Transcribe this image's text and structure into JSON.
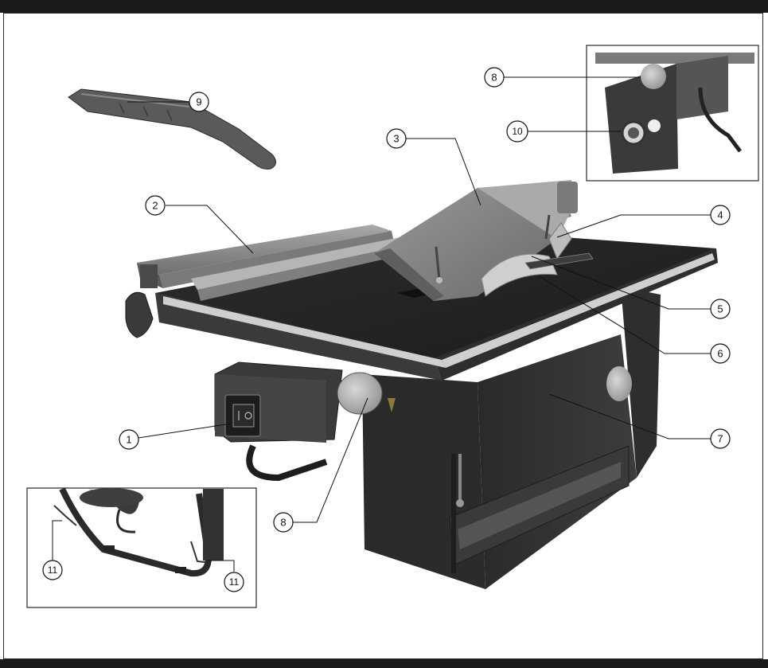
{
  "callouts": {
    "c1": "1",
    "c2": "2",
    "c3": "3",
    "c4": "4",
    "c5": "5",
    "c6": "6",
    "c7": "7",
    "c8a": "8",
    "c8b": "8",
    "c9": "9",
    "c10": "10",
    "c11a": "11",
    "c11b": "11"
  },
  "colors": {
    "table_dark": "#262626",
    "metal_grey": "#8a8a8a",
    "rail_light": "#bdbdbd",
    "body_dark": "#333333"
  }
}
